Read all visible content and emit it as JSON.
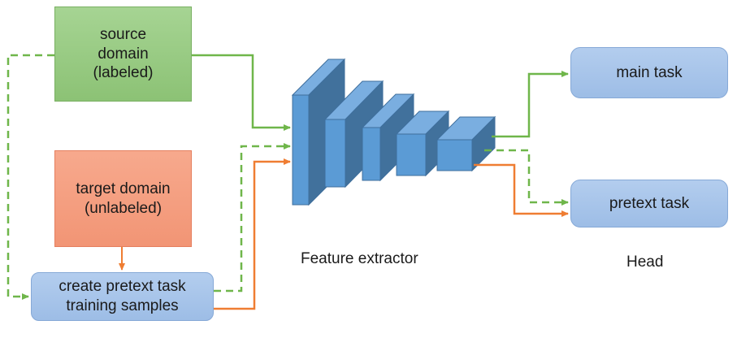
{
  "boxes": {
    "source": "source\ndomain\n(labeled)",
    "target": "target domain\n(unlabeled)",
    "create": "create pretext task\ntraining samples",
    "main_task": "main task",
    "pretext_task": "pretext task"
  },
  "labels": {
    "feature_extractor": "Feature extractor",
    "head": "Head"
  },
  "colors": {
    "green_line": "#6fb64a",
    "orange_line": "#ef7d32",
    "block_front": "#5b9bd5",
    "block_top": "#7aaee0",
    "block_side": "#41719c"
  }
}
